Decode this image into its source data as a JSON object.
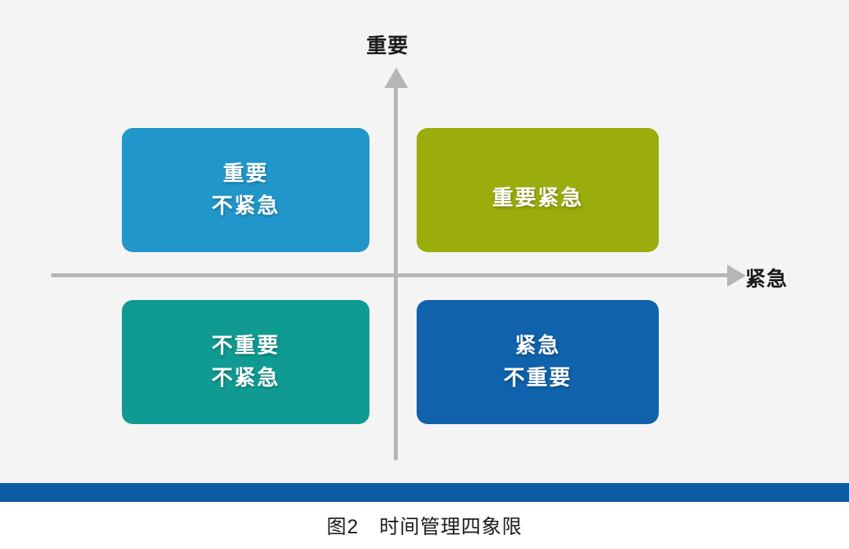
{
  "background": {
    "canvas_color": "#f4f4f4",
    "page_color": "#ffffff",
    "rule_color": "#0b5ca5"
  },
  "axes": {
    "y_label": "重要",
    "x_label": "紧急",
    "axis_color": "#b6b6b6"
  },
  "quadrants": [
    {
      "id": "important-not-urgent",
      "position": "top-left",
      "line1": "重要",
      "line2": "不紧急",
      "color": "#2196ca"
    },
    {
      "id": "important-urgent",
      "position": "top-right",
      "line1": "重要紧急",
      "line2": "",
      "color": "#9aad0c"
    },
    {
      "id": "not-important-not-urgent",
      "position": "bottom-left",
      "line1": "不重要",
      "line2": "不紧急",
      "color": "#109b92"
    },
    {
      "id": "urgent-not-important",
      "position": "bottom-right",
      "line1": "紧急",
      "line2": "不重要",
      "color": "#0f62ab"
    }
  ],
  "caption": {
    "number": "图2",
    "title": "时间管理四象限",
    "full": "图2　时间管理四象限"
  }
}
